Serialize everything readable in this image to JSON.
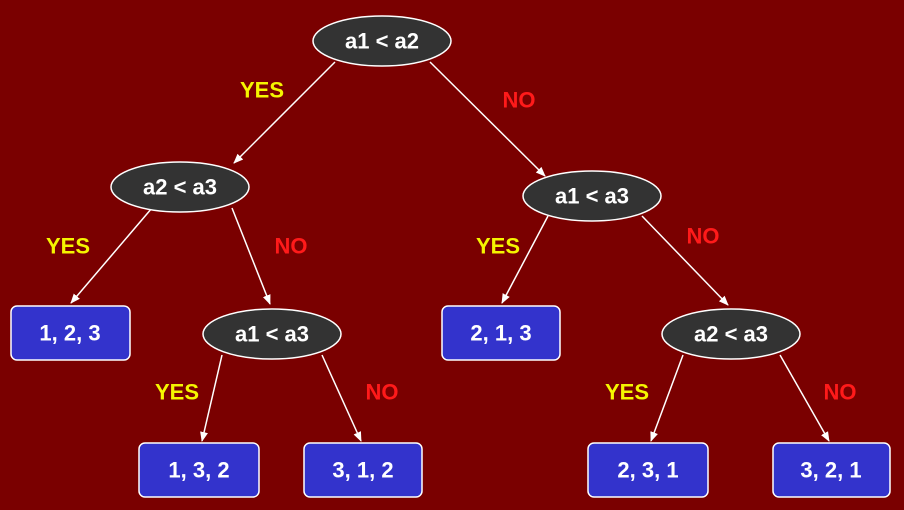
{
  "colors": {
    "background": "#7a0000",
    "node_fill": "#333333",
    "leaf_fill": "#3333cc",
    "stroke": "#ffffff",
    "yes": "#f5f500",
    "no": "#ff1a1a"
  },
  "nodes": {
    "root": "a1 < a2",
    "left": "a2 < a3",
    "right": "a1 < a3",
    "left_no": "a1 < a3",
    "right_no": "a2 < a3"
  },
  "leaves": {
    "l123": "1, 2, 3",
    "l132": "1, 3, 2",
    "l312": "3, 1, 2",
    "l213": "2, 1, 3",
    "l231": "2, 3, 1",
    "l321": "3, 2, 1"
  },
  "labels": {
    "yes": "YES",
    "no": "NO"
  }
}
